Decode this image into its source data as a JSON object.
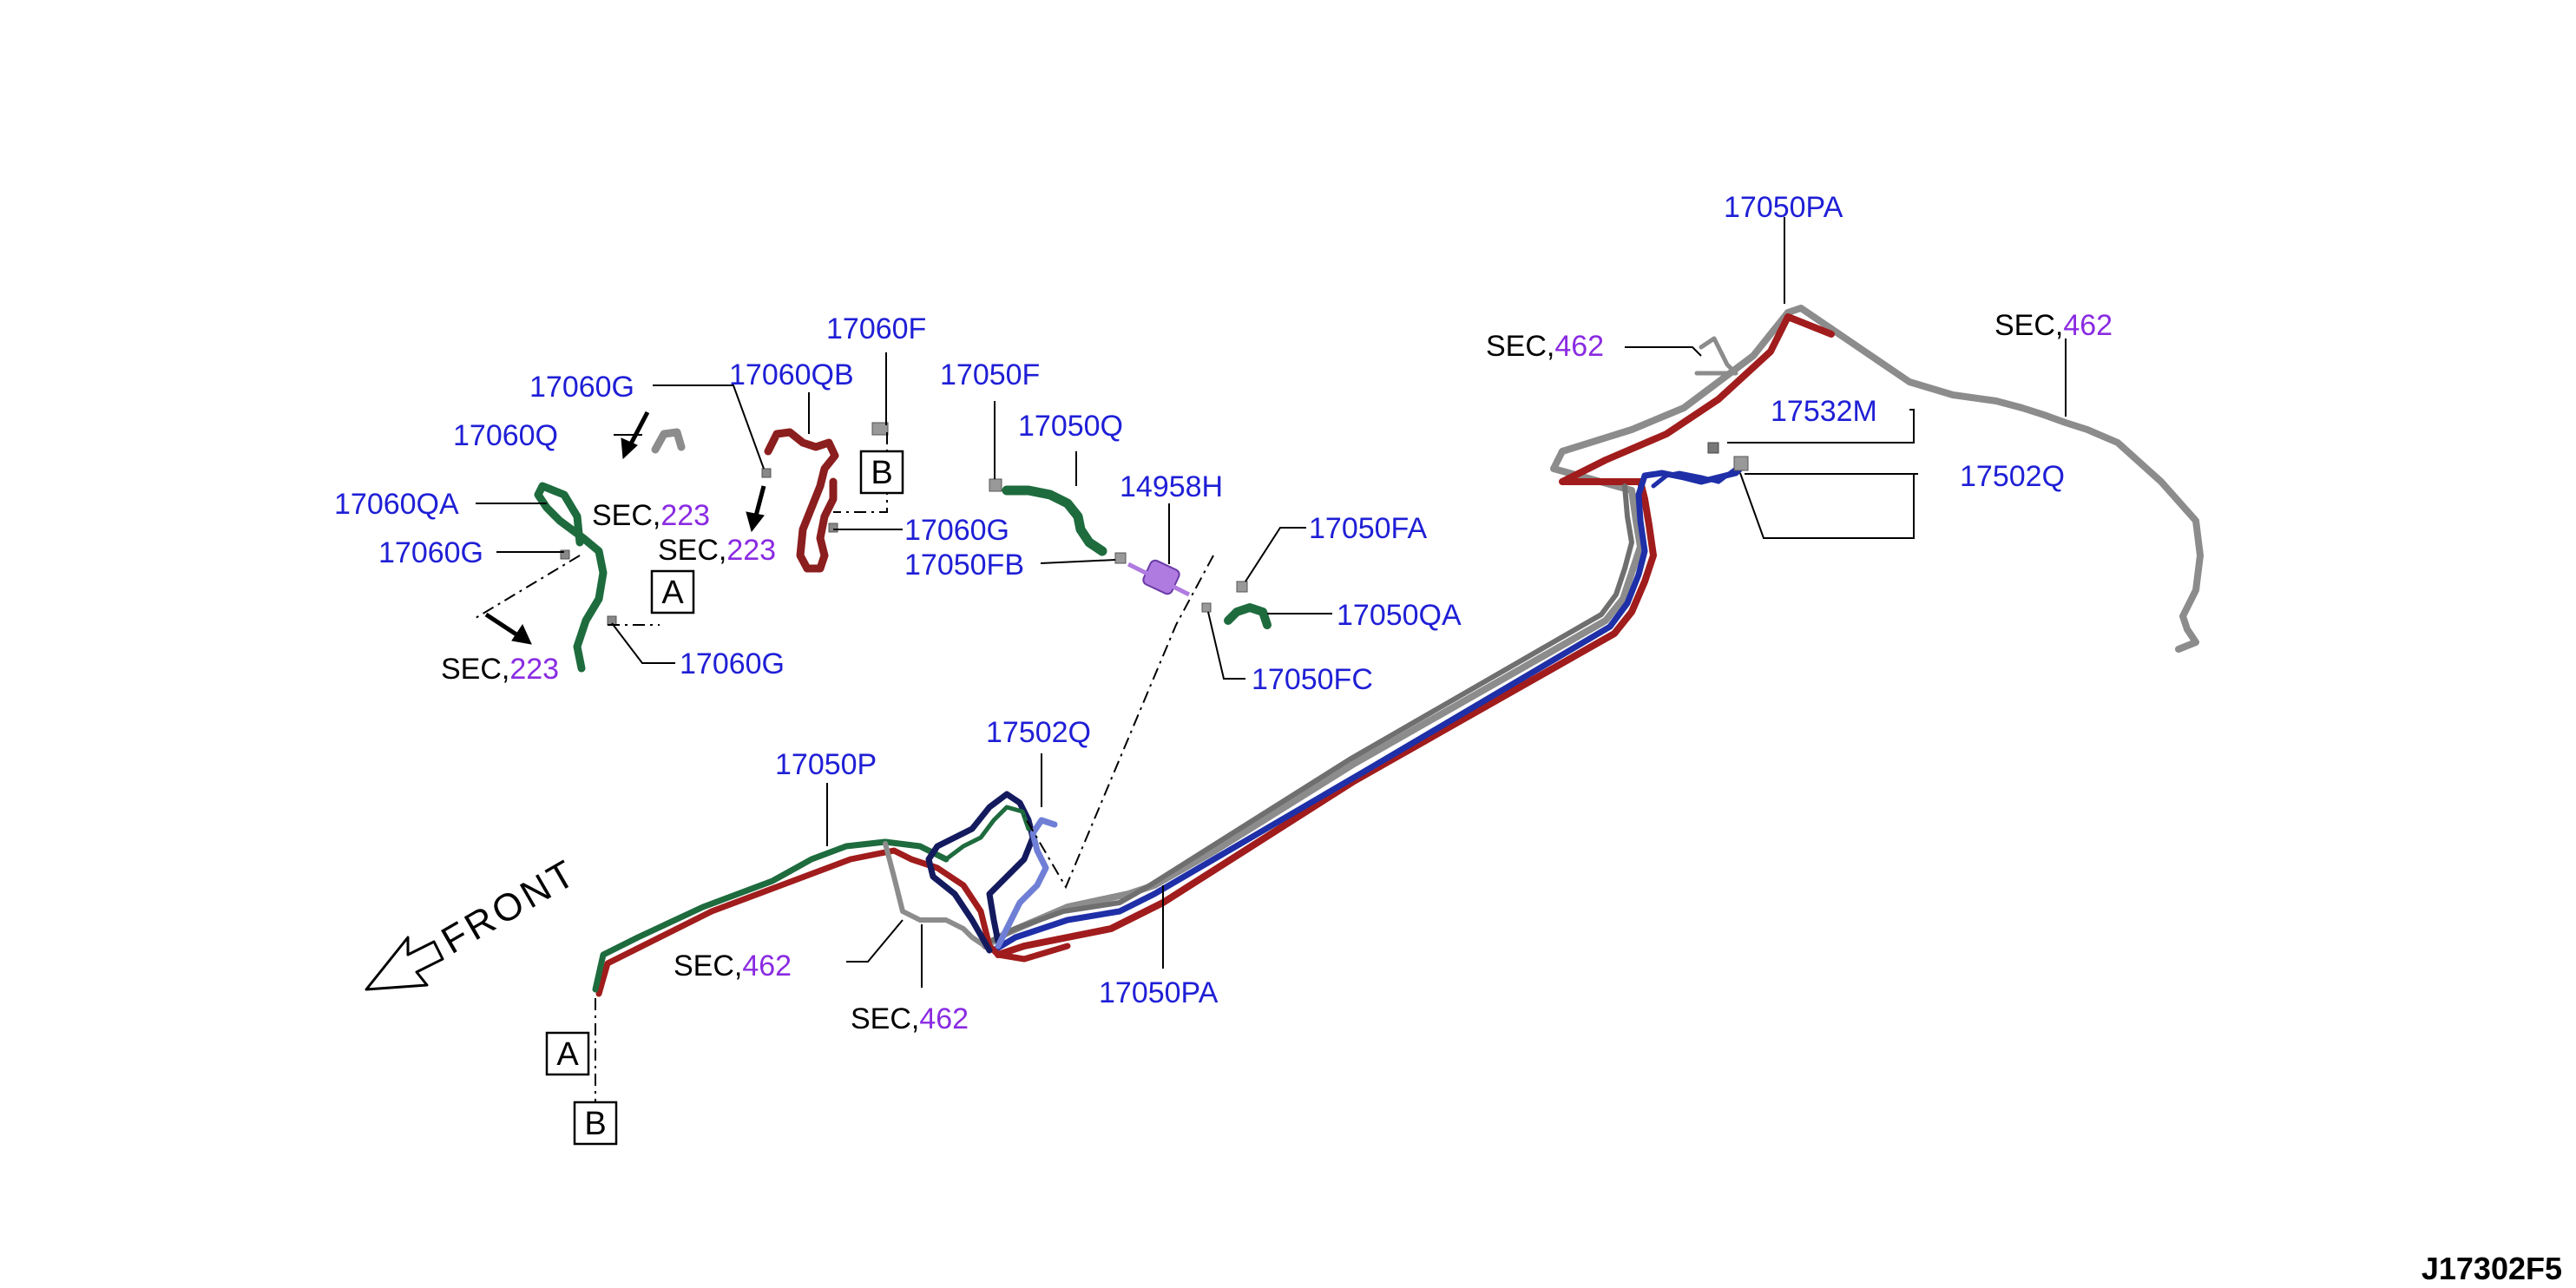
{
  "diagram_id": "J17302F5",
  "front_label": "FRONT",
  "colors": {
    "part_number": "#1f1fd6",
    "section_number": "#8a2be2",
    "tube_green": "#1e6b3e",
    "tube_red": "#a11c1c",
    "tube_grey": "#8c8c8c",
    "tube_blue": "#1f2fa8",
    "tube_lightblue": "#6f7fd6",
    "damper_purple": "#b07be0"
  },
  "parts": {
    "p17050pa_top": "17050PA",
    "p17050pa_bottom": "17050PA",
    "p17532m": "17532M",
    "p17502q_right": "17502Q",
    "p17502q_mid": "17502Q",
    "p17050p": "17050P",
    "p17060f": "17060F",
    "p17060qb": "17060QB",
    "p17060g_1": "17060G",
    "p17060g_2": "17060G",
    "p17060g_3": "17060G",
    "p17060g_4": "17060G",
    "p17060q": "17060Q",
    "p17060qa": "17060QA",
    "p17050f": "17050F",
    "p17050q": "17050Q",
    "p14958h": "14958H",
    "p17050fa": "17050FA",
    "p17050fb": "17050FB",
    "p17050qa": "17050QA",
    "p17050fc": "17050FC"
  },
  "sections": {
    "prefix": "SEC,",
    "s462_a": "462",
    "s462_b": "462",
    "s462_c": "462",
    "s462_d": "462",
    "s223_a": "223",
    "s223_b": "223",
    "s223_c": "223"
  },
  "ref_boxes": {
    "a_upper": "A",
    "b_upper": "B",
    "a_lower": "A",
    "b_lower": "B"
  }
}
